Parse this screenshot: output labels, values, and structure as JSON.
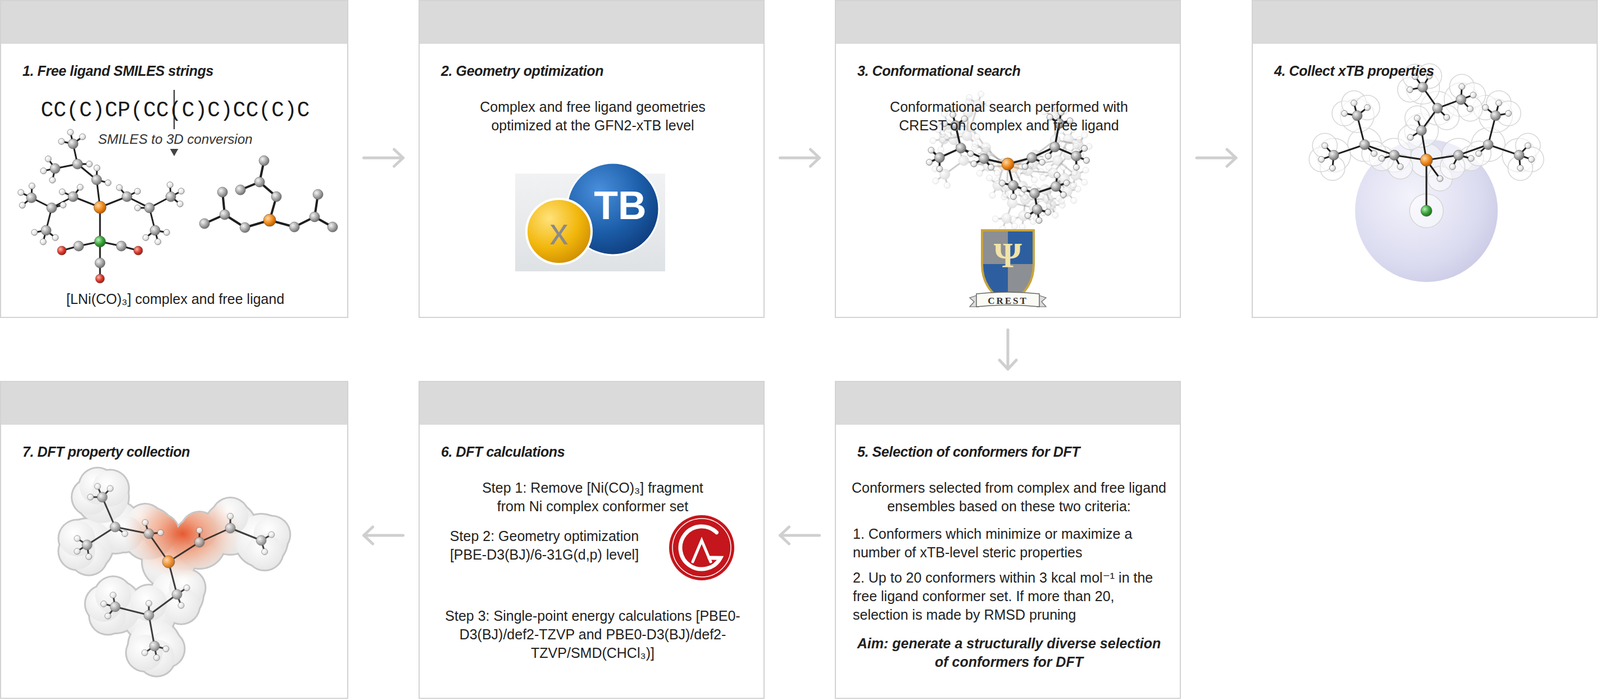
{
  "diagram": {
    "nodes": [
      {
        "text": [
          "1. Free ligand SMILES strings",
          "CC(C)CP(CC(C)C)CC(C)C",
          "SMILES to 3D conversion",
          "[LNi(CO)₃] complex and free ligand"
        ]
      },
      {
        "text": [
          "2. Geometry optimization",
          "Complex and free ligand geometries optimized at the GFN2-xTB level"
        ]
      },
      {
        "text": [
          "3. Conformational search",
          "Conformational search performed with CREST on complex and free ligand"
        ]
      },
      {
        "text": [
          "4. Collect xTB properties"
        ]
      },
      {
        "text": [
          "5. Selection of conformers for DFT",
          "Conformers selected from complex and free ligand ensembles based on these two criteria:",
          "1. Conformers which minimize or maximize a number of xTB-level steric properties",
          "2. Up to 20 conformers within 3 kcal mol⁻¹ in the free ligand conformer set. If more than 20, selection is made by RMSD pruning",
          "Aim: generate a structurally diverse selection of conformers for DFT"
        ]
      },
      {
        "text": [
          "6. DFT calculations",
          "Step 1: Remove [Ni(CO)₃] fragment from Ni complex conformer set",
          "Step 2: Geometry optimization [PBE-D3(BJ)/6-31G(d,p) level]",
          "Step 3: Single-point energy calculations [PBE0-D3(BJ)/def2-TZVP and PBE0-D3(BJ)/def2-TZVP/SMD(CHCl₃)]"
        ]
      },
      {
        "text": [
          "7. DFT property collection"
        ]
      }
    ],
    "edges": [
      {
        "from": 0,
        "to": 1,
        "arrow": "to"
      },
      {
        "from": 1,
        "to": 2,
        "arrow": "to"
      },
      {
        "from": 2,
        "to": 3,
        "arrow": "to"
      },
      {
        "from": 2,
        "to": 4,
        "arrow": "to"
      },
      {
        "from": 4,
        "to": 5,
        "arrow": "to"
      },
      {
        "from": 5,
        "to": 6,
        "arrow": "to"
      }
    ],
    "labels": [
      "x",
      "TB",
      "Ψ",
      "CREST"
    ]
  }
}
